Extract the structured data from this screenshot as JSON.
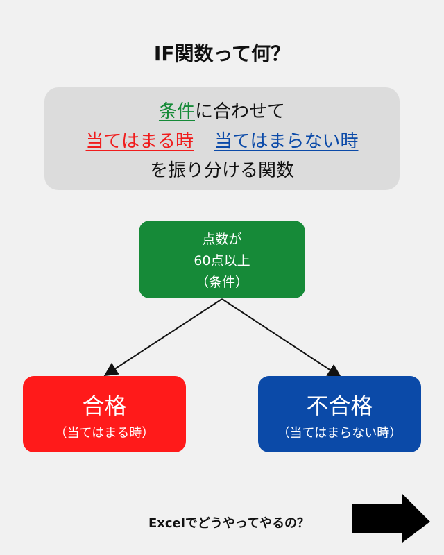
{
  "title": "IF関数って何？",
  "summary": {
    "cond": "条件",
    "line1_rest": "に合わせて",
    "true_text": "当てはまる時",
    "false_text": "当てはまらない時",
    "line3": "を振り分ける関数"
  },
  "condition_box": {
    "line1": "点数が",
    "line2": "60点以上",
    "line3": "（条件）"
  },
  "pass_box": {
    "label": "合格",
    "sub": "（当てはまる時）"
  },
  "fail_box": {
    "label": "不合格",
    "sub": "（当てはまらない時）"
  },
  "cta": "Excelでどうやってやるの？",
  "colors": {
    "green": "#168a38",
    "red": "#ff1a1a",
    "blue": "#0b4aa8"
  }
}
